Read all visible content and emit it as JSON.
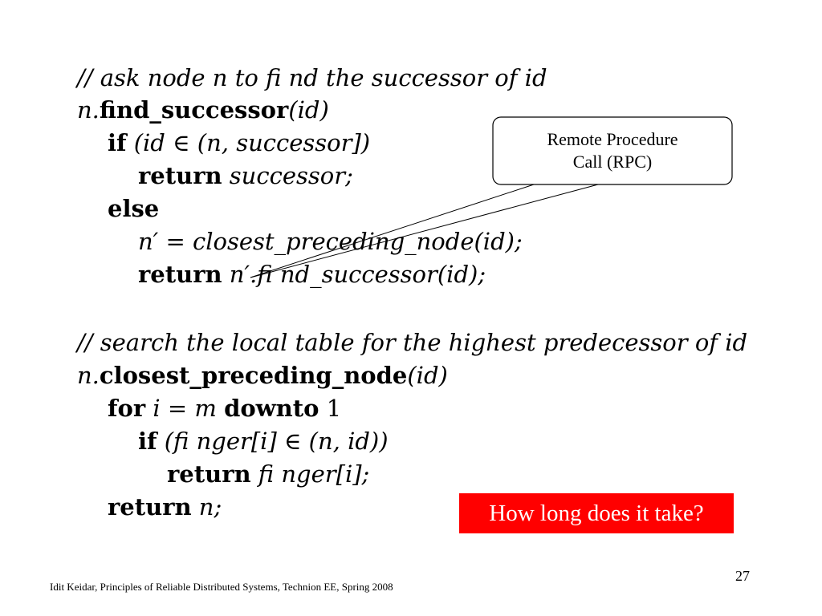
{
  "slide": {
    "page_number": "27",
    "footer": "Idit Keidar, Principles of Reliable Distributed Systems, Technion EE, Spring 2008"
  },
  "code": {
    "l1": "// ask node n to fi nd the successor of id",
    "l2_pre": "n.",
    "l2_fn": "find_successor",
    "l2_args": "(id)",
    "l3_kw": "if",
    "l3_rest": " (id ∈ (n, successor])",
    "l4_kw": "return",
    "l4_rest": " successor;",
    "l5_kw": "else",
    "l6": "n′ = closest_preceding_node(id);",
    "l7_kw": "return",
    "l7_rest": " n′.fi nd_successor(id);",
    "l8": "// search the local table for the highest predecessor of id",
    "l9_pre": "n.",
    "l9_fn": "closest_preceding_node",
    "l9_args": "(id)",
    "l10_kw1": "for",
    "l10_mid": " i = m ",
    "l10_kw2": "downto",
    "l10_end": " 1",
    "l11_kw": "if",
    "l11_rest": " (fi nger[i] ∈ (n, id))",
    "l12_kw": "return",
    "l12_rest": " fi nger[i];",
    "l13_kw": "return",
    "l13_rest": " n;"
  },
  "callout": {
    "line1": "Remote Procedure",
    "line2": "Call (RPC)"
  },
  "question": "How long does it take?"
}
